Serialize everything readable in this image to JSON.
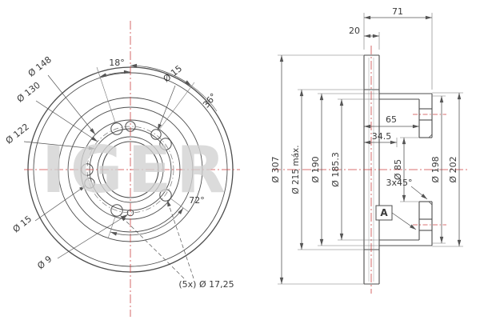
{
  "watermark": "IGER",
  "front_view": {
    "dims": {
      "d148": "Ø 148",
      "d130": "Ø 130",
      "d122": "Ø 122",
      "d15_left": "Ø 15",
      "d9": "Ø 9",
      "a18": "18°",
      "d15_top": "Ø 15",
      "a36": "36°",
      "a72": "72°",
      "bolts": "(5x) Ø 17,25"
    }
  },
  "section_view": {
    "dims": {
      "w71": "71",
      "w20": "20",
      "w65": "65",
      "w34_5": "34.5",
      "d307": "Ø 307",
      "d215": "Ø 215 máx.",
      "d190": "Ø 190",
      "d185": "Ø 185.3",
      "d85": "Ø 85",
      "chamfer": "3x45°",
      "d198": "Ø 198",
      "d202": "Ø 202"
    },
    "detail_label": "A"
  },
  "colors": {
    "outline": "#4d4d4d",
    "dimension": "#555555",
    "centerline": "#cc4444",
    "watermark": "#d2d2d2"
  }
}
